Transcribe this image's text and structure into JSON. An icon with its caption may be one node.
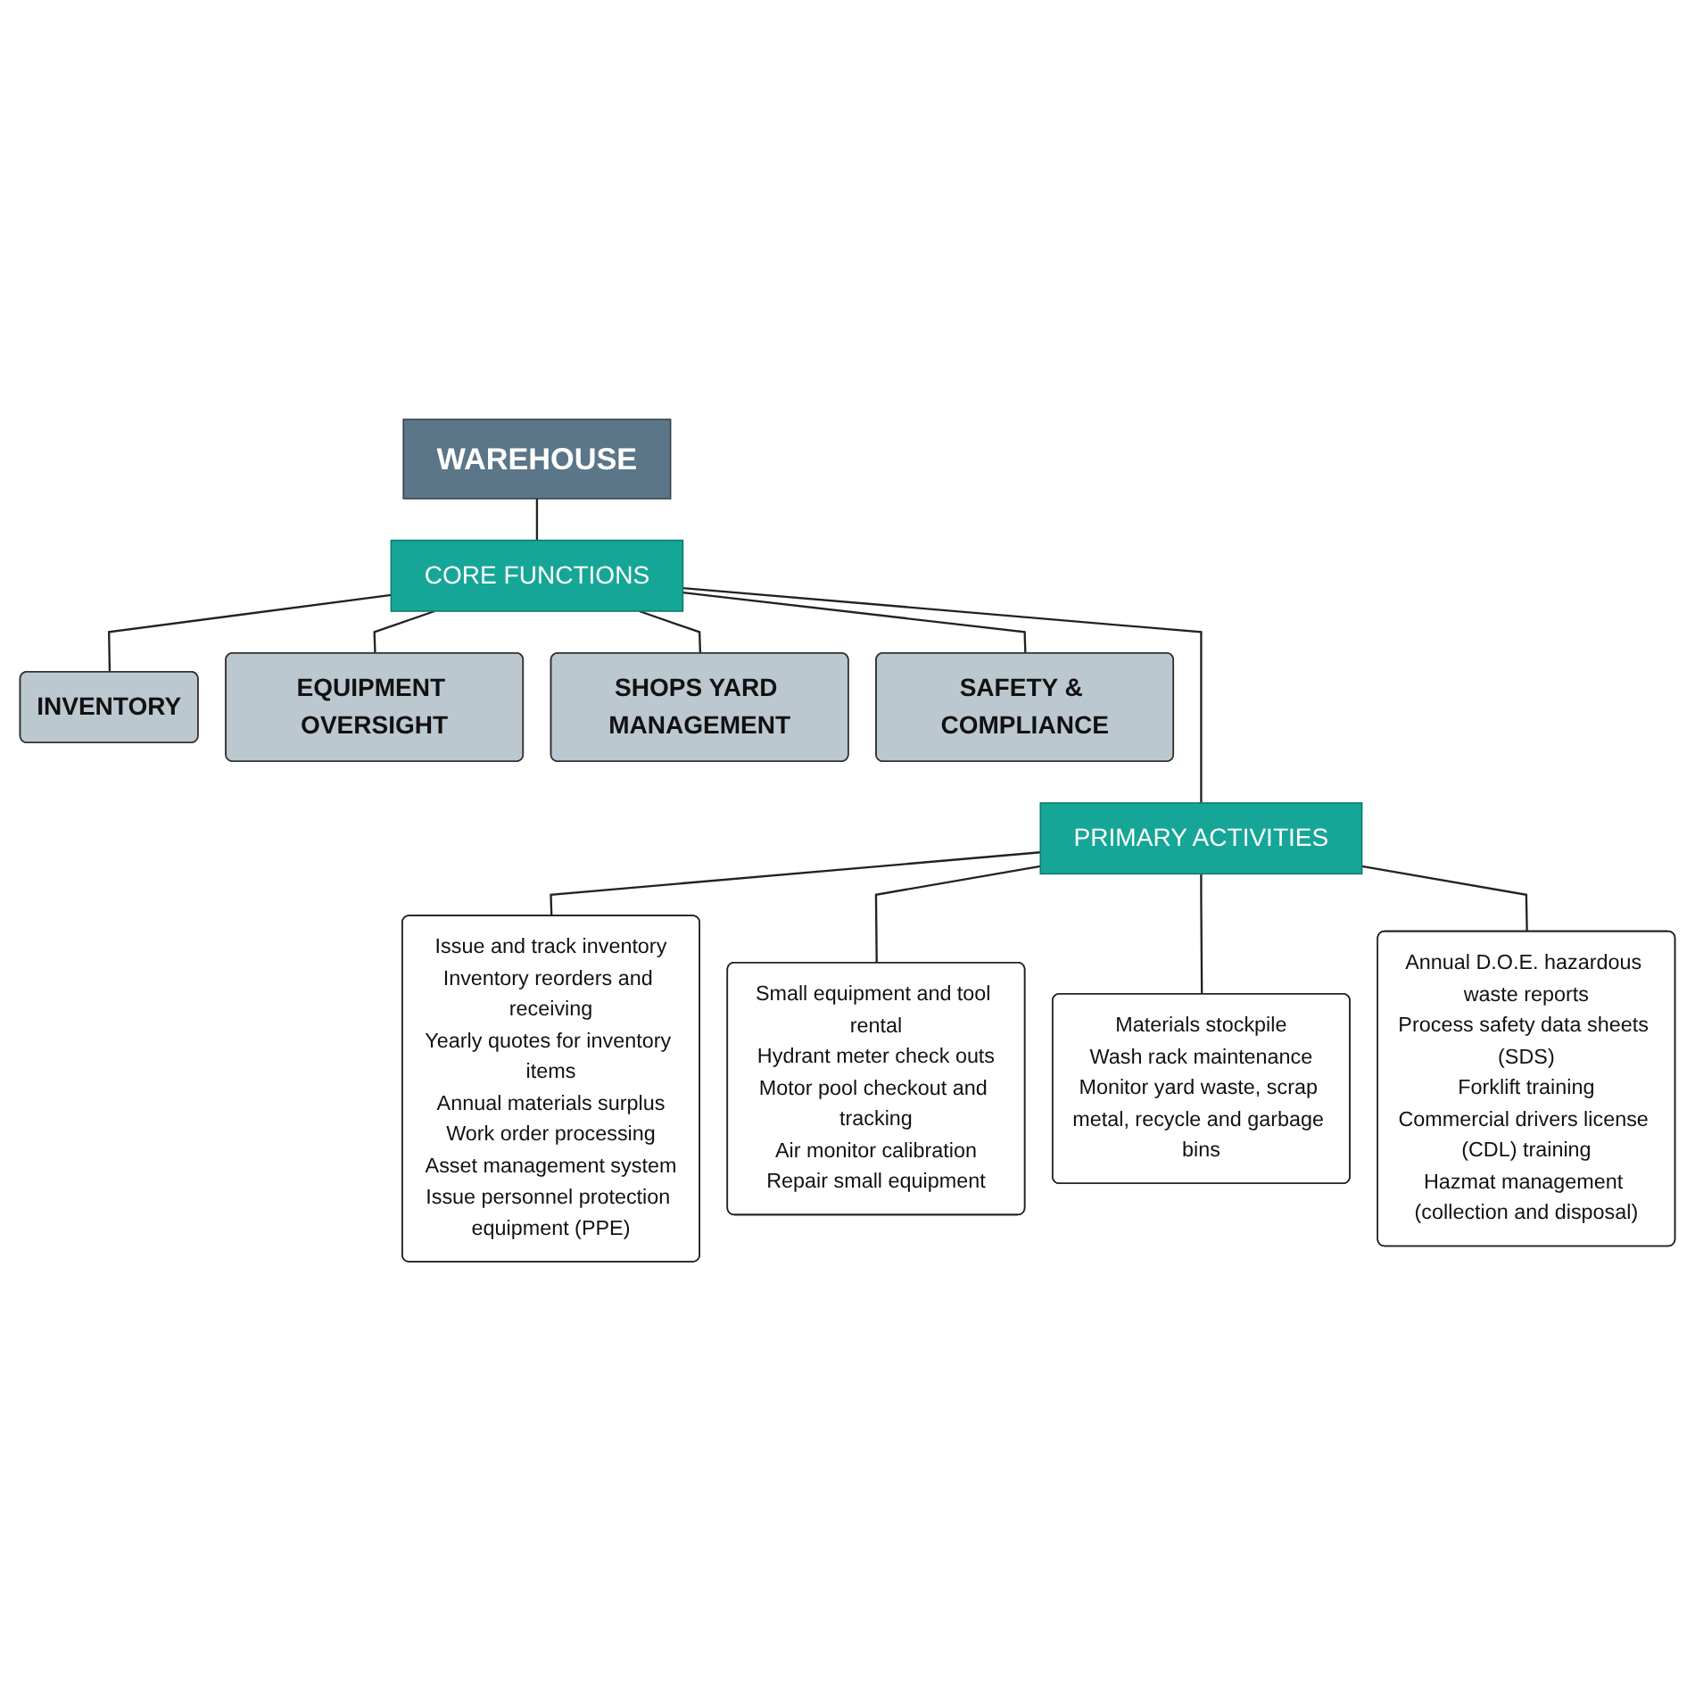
{
  "diagram": {
    "nodes": [
      {
        "text": [
          "WAREHOUSE"
        ]
      },
      {
        "text": [
          "CORE FUNCTIONS"
        ]
      },
      {
        "text": [
          "INVENTORY"
        ]
      },
      {
        "text": [
          "EQUIPMENT OVERSIGHT"
        ]
      },
      {
        "text": [
          "SHOPS YARD MANAGEMENT"
        ]
      },
      {
        "text": [
          "SAFETY & COMPLIANCE"
        ]
      },
      {
        "text": [
          "PRIMARY ACTIVITIES"
        ]
      },
      {
        "text": [
          "Issue and track inventory",
          "Inventory reorders and receiving",
          "Yearly quotes for inventory items",
          "Annual materials surplus",
          "Work order processing",
          "Asset management system",
          "Issue personnel protection equipment (PPE)"
        ]
      },
      {
        "text": [
          "Small equipment and tool rental",
          "Hydrant meter check outs",
          "Motor pool checkout and tracking",
          "Air monitor calibration",
          "Repair small equipment"
        ]
      },
      {
        "text": [
          "Materials stockpile",
          "Wash rack maintenance",
          "Monitor yard waste, scrap metal, recycle and garbage bins"
        ]
      },
      {
        "text": [
          "Annual D.O.E. hazardous waste reports",
          "Process safety data sheets (SDS)",
          "Forklift training",
          "Commercial drivers license (CDL) training",
          "Hazmat management (collection and disposal)"
        ]
      }
    ],
    "edges": [
      {
        "from": 0,
        "to": 1,
        "arrow": "none"
      },
      {
        "from": 1,
        "to": 2,
        "arrow": "none"
      },
      {
        "from": 1,
        "to": 3,
        "arrow": "none"
      },
      {
        "from": 1,
        "to": 4,
        "arrow": "none"
      },
      {
        "from": 1,
        "to": 5,
        "arrow": "none"
      },
      {
        "from": 1,
        "to": 6,
        "arrow": "none"
      },
      {
        "from": 6,
        "to": 7,
        "arrow": "none"
      },
      {
        "from": 6,
        "to": 8,
        "arrow": "none"
      },
      {
        "from": 6,
        "to": 9,
        "arrow": "none"
      },
      {
        "from": 6,
        "to": 10,
        "arrow": "none"
      }
    ]
  }
}
